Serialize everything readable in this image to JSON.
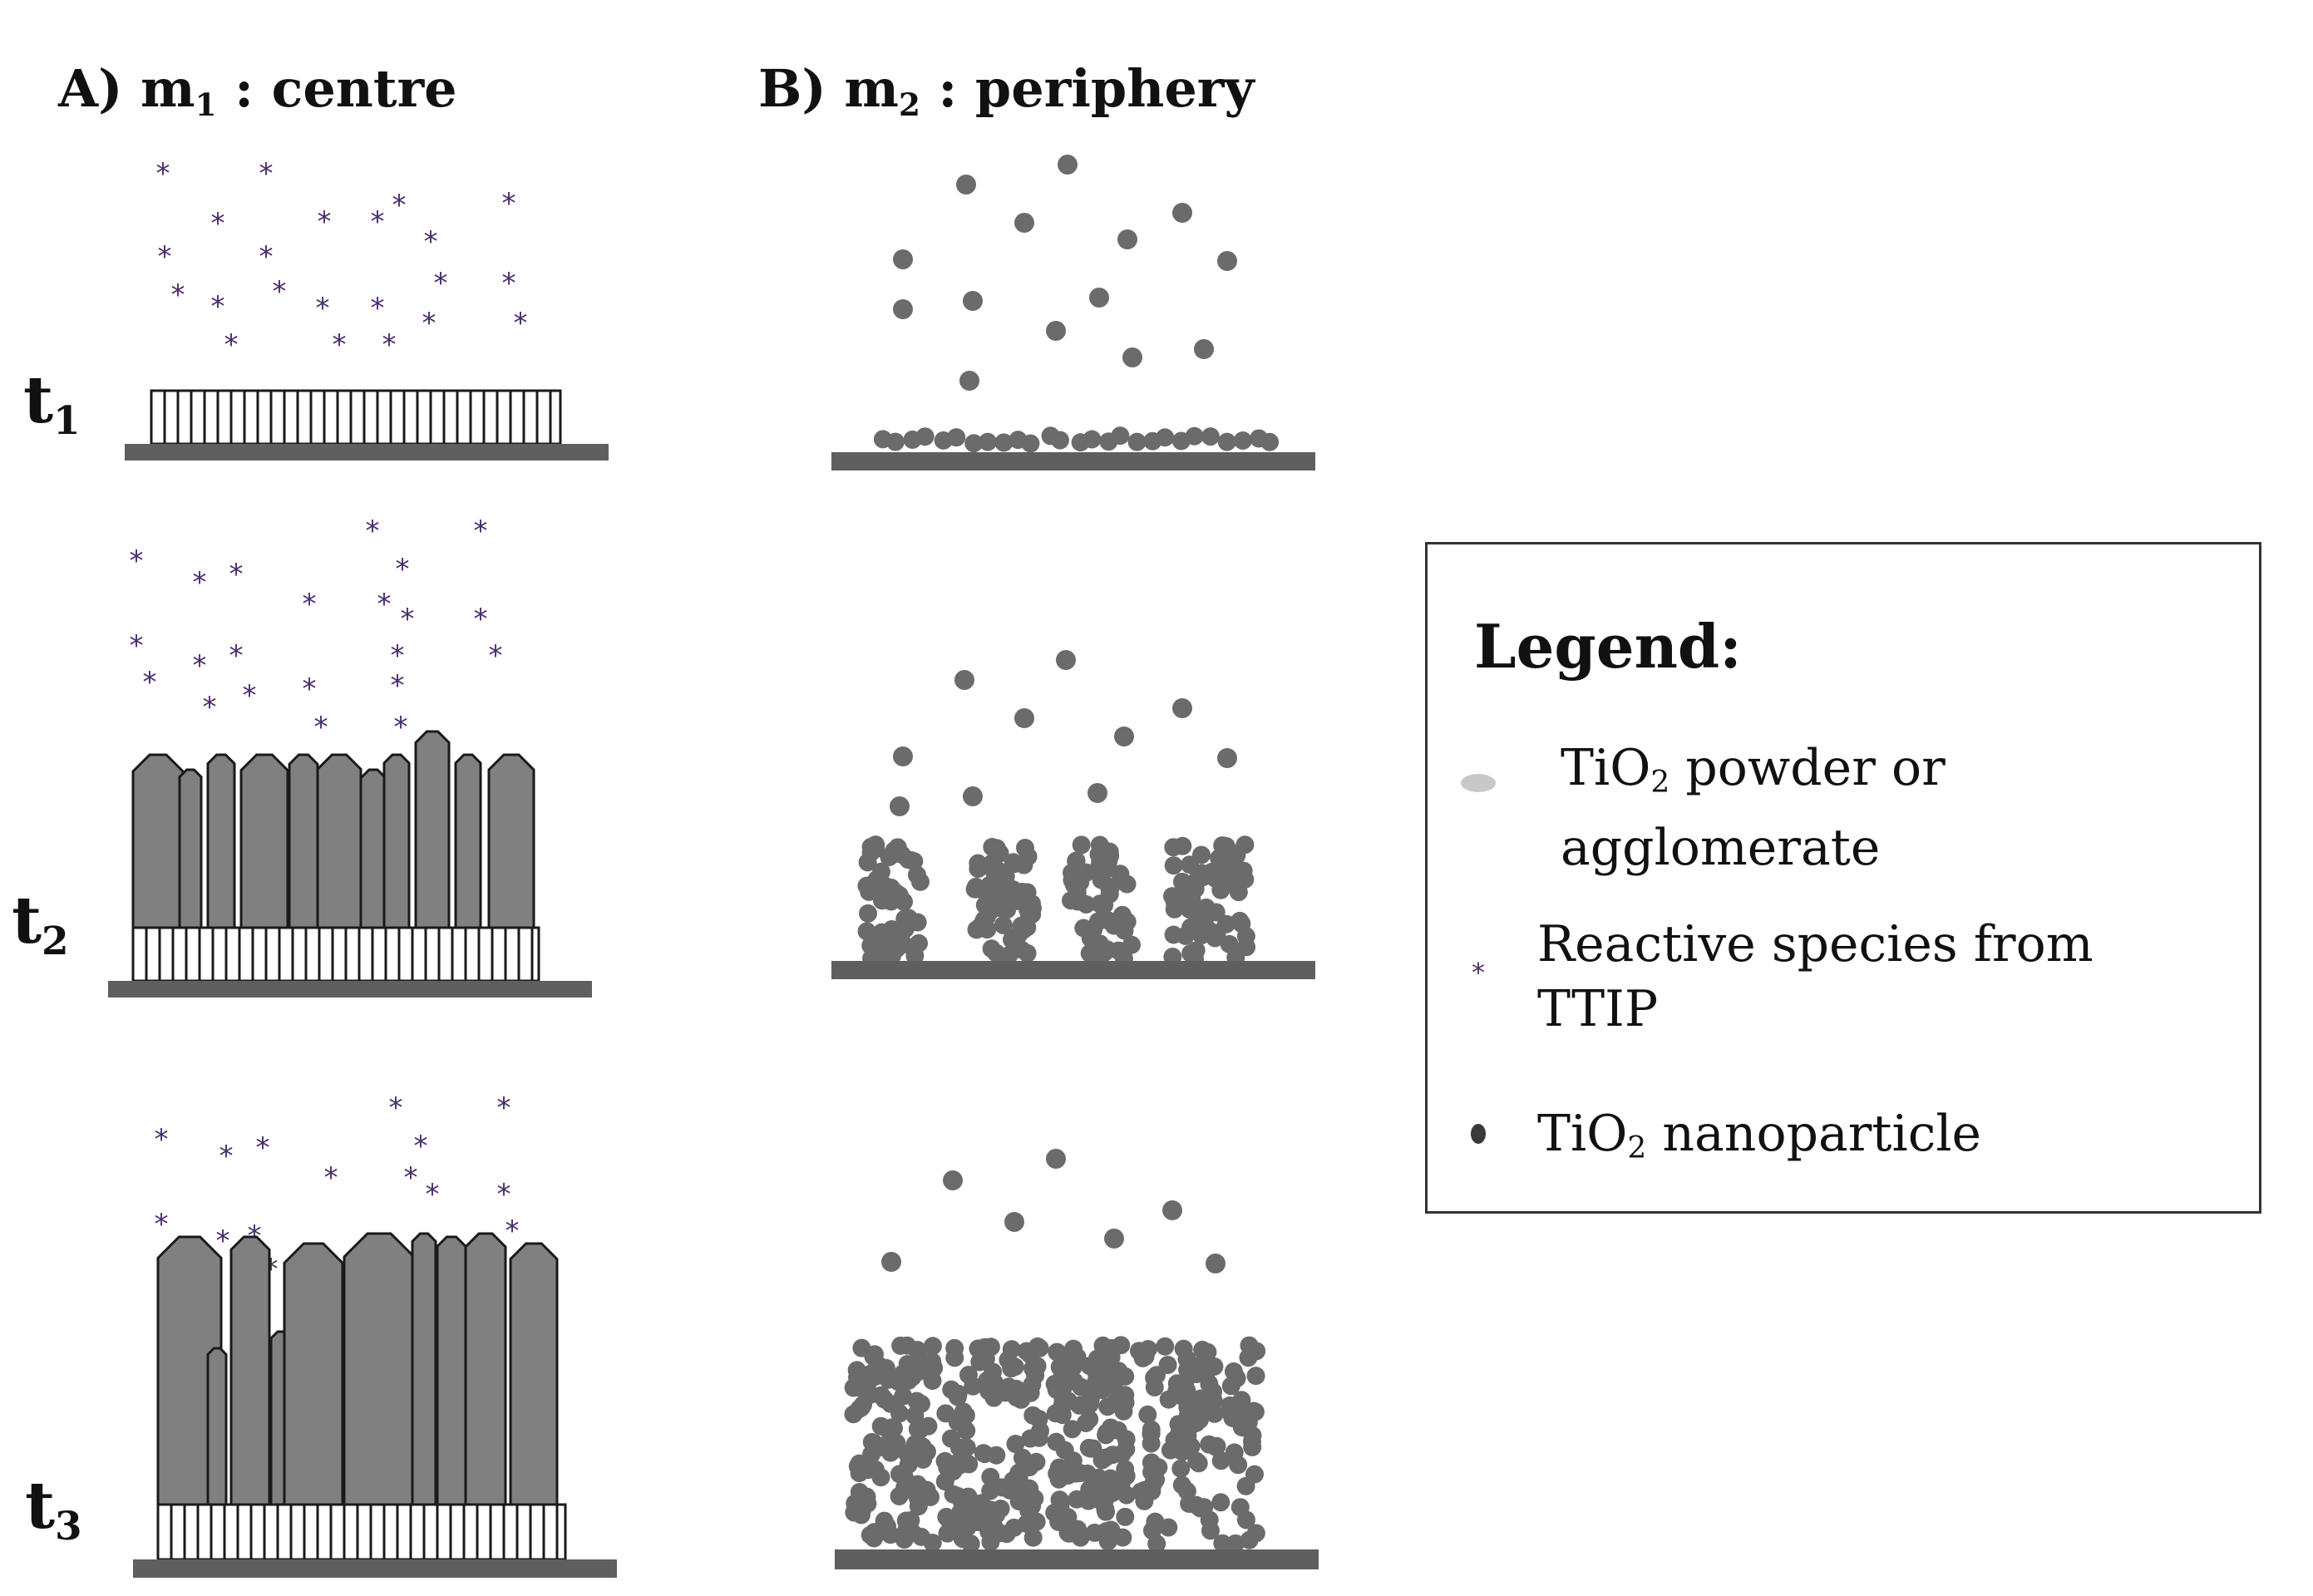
{
  "panels": [
    {
      "id": "A",
      "prefix": "A) m",
      "sub": "1",
      "suffix": " : centre"
    },
    {
      "id": "B",
      "prefix": "B) m",
      "sub": "2",
      "suffix": " : periphery"
    }
  ],
  "time_labels": [
    {
      "base": "t",
      "sub": "1"
    },
    {
      "base": "t",
      "sub": "2"
    },
    {
      "base": "t",
      "sub": "3"
    }
  ],
  "legend": {
    "title": "Legend:",
    "items": [
      {
        "symbol": "light-grey-ellipse",
        "line1_prefix": "TiO",
        "line1_sub": "2",
        "line1_suffix": " powder or",
        "line2": "agglomerate"
      },
      {
        "symbol": "purple-star",
        "line1_prefix": "Reactive species from",
        "line1_sub": "",
        "line1_suffix": "",
        "line2": "TTIP"
      },
      {
        "symbol": "dark-grey-dot",
        "line1_prefix": "TiO",
        "line1_sub": "2",
        "line1_suffix": " nanoparticle",
        "line2": ""
      }
    ]
  },
  "colors": {
    "substrate": "#5f5f5f",
    "column_fill": "#808080",
    "column_stroke": "#1a1a1a",
    "reactive_species": "#4a2d6e",
    "nanoparticle": "#6b6b6b",
    "powder": "#c8c8c8"
  }
}
